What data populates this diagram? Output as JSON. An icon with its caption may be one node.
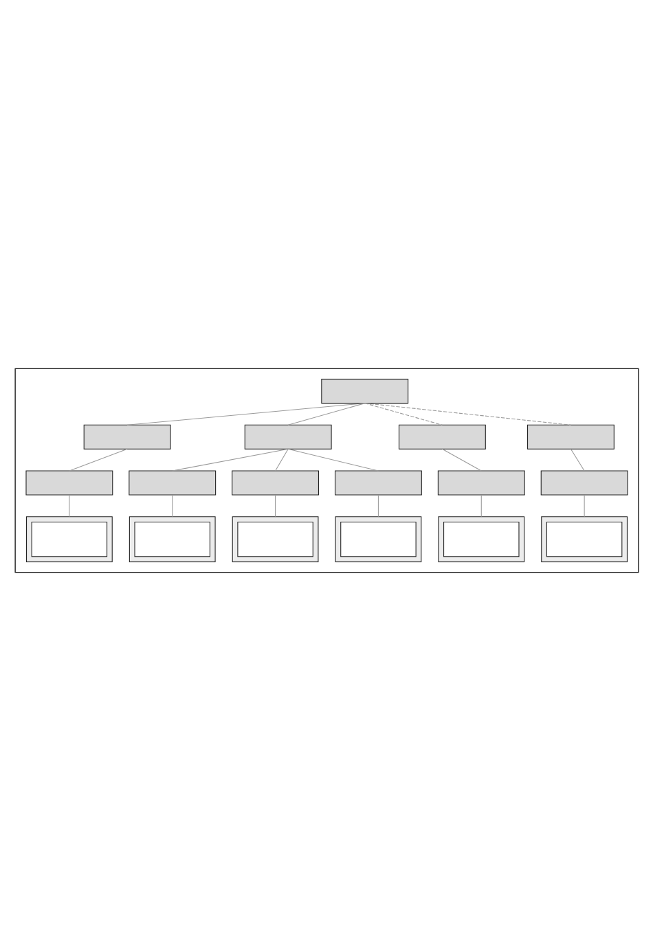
{
  "diagram": {
    "nodes": [
      {
        "text": [],
        "shape": "box"
      },
      {
        "text": [],
        "shape": "box",
        "in": 0
      },
      {
        "text": [],
        "shape": "box",
        "in": 0
      },
      {
        "text": [],
        "shape": "box",
        "in": 0
      },
      {
        "text": [],
        "shape": "box",
        "in": 0
      },
      {
        "text": [],
        "shape": "box",
        "in": 0
      },
      {
        "text": [],
        "shape": "box",
        "in": 0
      },
      {
        "text": [],
        "shape": "box",
        "in": 0
      },
      {
        "text": [],
        "shape": "box",
        "in": 0
      },
      {
        "text": [],
        "shape": "box",
        "in": 0
      },
      {
        "text": [],
        "shape": "box",
        "in": 0
      },
      {
        "text": [],
        "shape": "box",
        "in": 0
      },
      {
        "text": [],
        "shape": "box",
        "in": 0
      },
      {
        "text": [],
        "shape": "box",
        "in": 0
      },
      {
        "text": [],
        "shape": "box",
        "in": 0
      },
      {
        "text": [],
        "shape": "box",
        "in": 0
      },
      {
        "text": [],
        "shape": "box",
        "in": 0
      },
      {
        "text": [],
        "shape": "box",
        "in": 0
      }
    ],
    "edges": [
      {
        "from": 1,
        "to": 2,
        "arrow": "none"
      },
      {
        "from": 1,
        "to": 3,
        "arrow": "none"
      },
      {
        "from": 2,
        "to": 4,
        "arrow": "none"
      },
      {
        "from": 3,
        "to": 5,
        "arrow": "none"
      },
      {
        "from": 3,
        "to": 6,
        "arrow": "none"
      },
      {
        "from": 3,
        "to": 7,
        "arrow": "none"
      },
      {
        "from": 4,
        "to": 8,
        "arrow": "none"
      },
      {
        "from": 5,
        "to": 9,
        "arrow": "none"
      },
      {
        "from": 6,
        "to": 10,
        "arrow": "none"
      },
      {
        "from": 7,
        "to": 11,
        "arrow": "none"
      },
      {
        "from": 1,
        "to": 12,
        "arrow": "none",
        "style": "dashed"
      },
      {
        "from": 1,
        "to": 13,
        "arrow": "none",
        "style": "dashed"
      },
      {
        "from": 12,
        "to": 14,
        "arrow": "none"
      },
      {
        "from": 13,
        "to": 15,
        "arrow": "none"
      },
      {
        "from": 14,
        "to": 16,
        "arrow": "none"
      },
      {
        "from": 15,
        "to": 17,
        "arrow": "none"
      }
    ]
  }
}
